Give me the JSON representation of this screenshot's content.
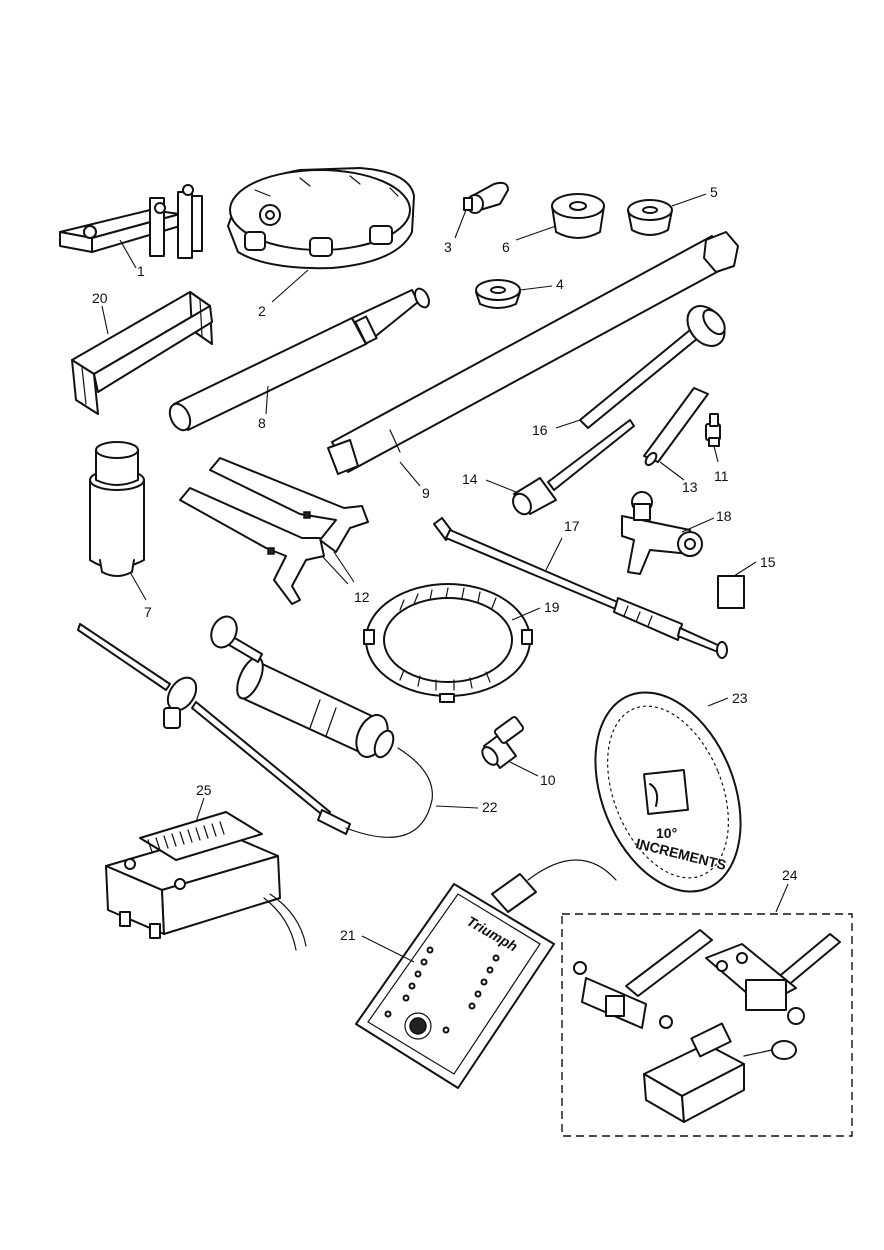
{
  "callouts": [
    {
      "id": "1",
      "text": "1"
    },
    {
      "id": "2",
      "text": "2"
    },
    {
      "id": "3",
      "text": "3"
    },
    {
      "id": "4",
      "text": "4"
    },
    {
      "id": "5",
      "text": "5"
    },
    {
      "id": "6",
      "text": "6"
    },
    {
      "id": "7",
      "text": "7"
    },
    {
      "id": "8",
      "text": "8"
    },
    {
      "id": "9",
      "text": "9"
    },
    {
      "id": "10",
      "text": "10"
    },
    {
      "id": "11",
      "text": "11"
    },
    {
      "id": "12",
      "text": "12"
    },
    {
      "id": "13",
      "text": "13"
    },
    {
      "id": "14",
      "text": "14"
    },
    {
      "id": "15",
      "text": "15"
    },
    {
      "id": "16",
      "text": "16"
    },
    {
      "id": "17",
      "text": "17"
    },
    {
      "id": "18",
      "text": "18"
    },
    {
      "id": "19",
      "text": "19"
    },
    {
      "id": "20",
      "text": "20"
    },
    {
      "id": "21",
      "text": "21"
    },
    {
      "id": "22",
      "text": "22"
    },
    {
      "id": "23",
      "text": "23"
    },
    {
      "id": "24",
      "text": "24"
    },
    {
      "id": "25",
      "text": "25"
    }
  ],
  "degree_wheel": {
    "line1": "10°",
    "line2": "INCREMENTS"
  },
  "tester_brand": "Triumph",
  "colors": {
    "ink": "#111111",
    "paper": "#ffffff"
  }
}
